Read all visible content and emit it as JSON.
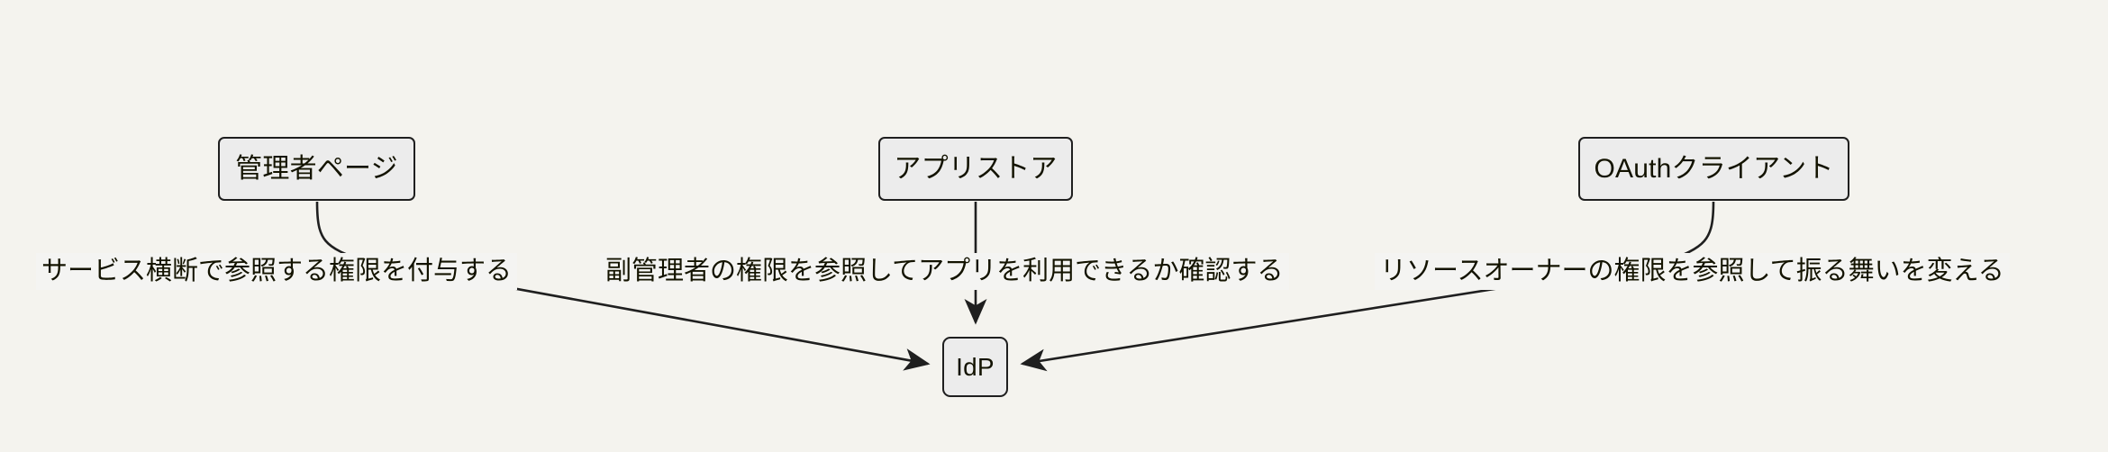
{
  "diagram": {
    "type": "flowchart",
    "direction": "top-down",
    "background_color": "#f4f3ee",
    "node_fill_color": "#ececec",
    "node_border_color": "#1f1f1f",
    "edge_color": "#1f1f1f",
    "label_background_color": "#f4f4f2",
    "text_color": "#131300",
    "nodes": [
      {
        "id": "admin-page",
        "label": "管理者ページ"
      },
      {
        "id": "app-store",
        "label": "アプリストア"
      },
      {
        "id": "oauth-client",
        "label": "OAuthクライアント"
      },
      {
        "id": "idp",
        "label": "IdP"
      }
    ],
    "edges": [
      {
        "id": "grant",
        "from": "admin-page",
        "to": "idp",
        "label": "サービス横断で参照する権限を付与する",
        "arrowhead": "target"
      },
      {
        "id": "verify",
        "from": "app-store",
        "to": "idp",
        "label": "副管理者の権限を参照してアプリを利用できるか確認する",
        "arrowhead": "target"
      },
      {
        "id": "behavior",
        "from": "oauth-client",
        "to": "idp",
        "label": "リソースオーナーの権限を参照して振る舞いを変える",
        "arrowhead": "target"
      }
    ]
  }
}
